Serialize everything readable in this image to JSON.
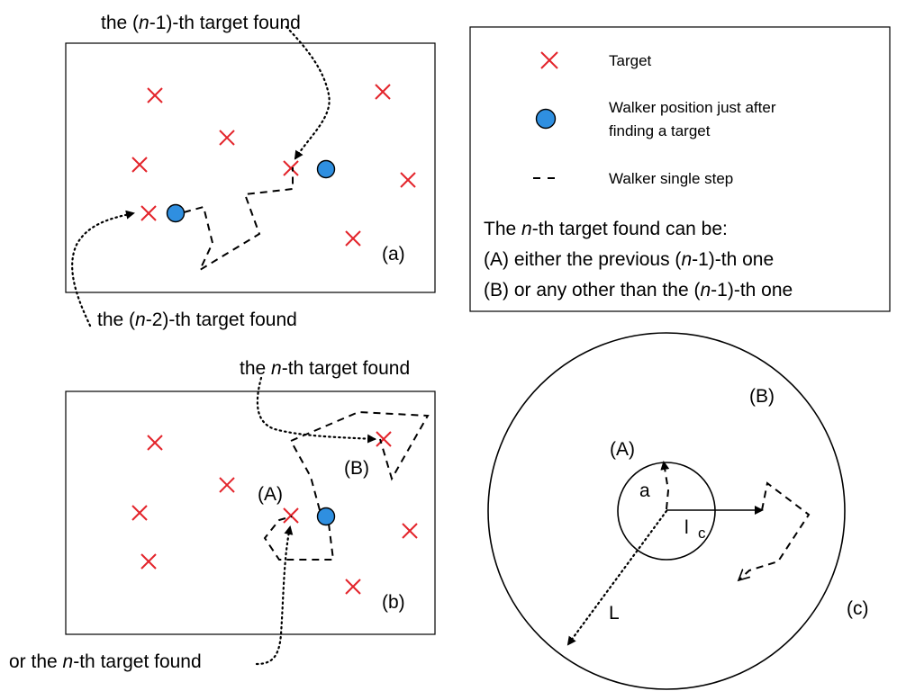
{
  "panel_a": {
    "tag": "(a)",
    "caption_top": "the (n-1)-th target found",
    "caption_bottom": "the (n-2)-th target found"
  },
  "panel_b": {
    "tag": "(b)",
    "caption_top": "the n-th target found",
    "caption_bottom": "or the n-th target found",
    "label_A": "(A)",
    "label_B": "(B)"
  },
  "panel_c": {
    "tag": "(c)",
    "region_A": "(A)",
    "region_B": "(B)",
    "radius_small": "a",
    "radius_large": "L",
    "step_length_main": "l",
    "step_length_sub": "c"
  },
  "legend": {
    "items": [
      {
        "icon": "red-cross-icon",
        "label": "Target"
      },
      {
        "icon": "blue-circle-icon",
        "label_line1": "Walker position just after",
        "label_line2": "finding a target"
      },
      {
        "icon": "dashed-step-icon",
        "label": "Walker single step"
      }
    ],
    "rule_heading": "The n-th target found can be:",
    "rule_a": "(A) either the previous (n-1)-th one",
    "rule_b": "(B) or any other than the (n-1)-th one"
  },
  "colors": {
    "target": "#e3242b",
    "walker": "#2f8fe0"
  }
}
